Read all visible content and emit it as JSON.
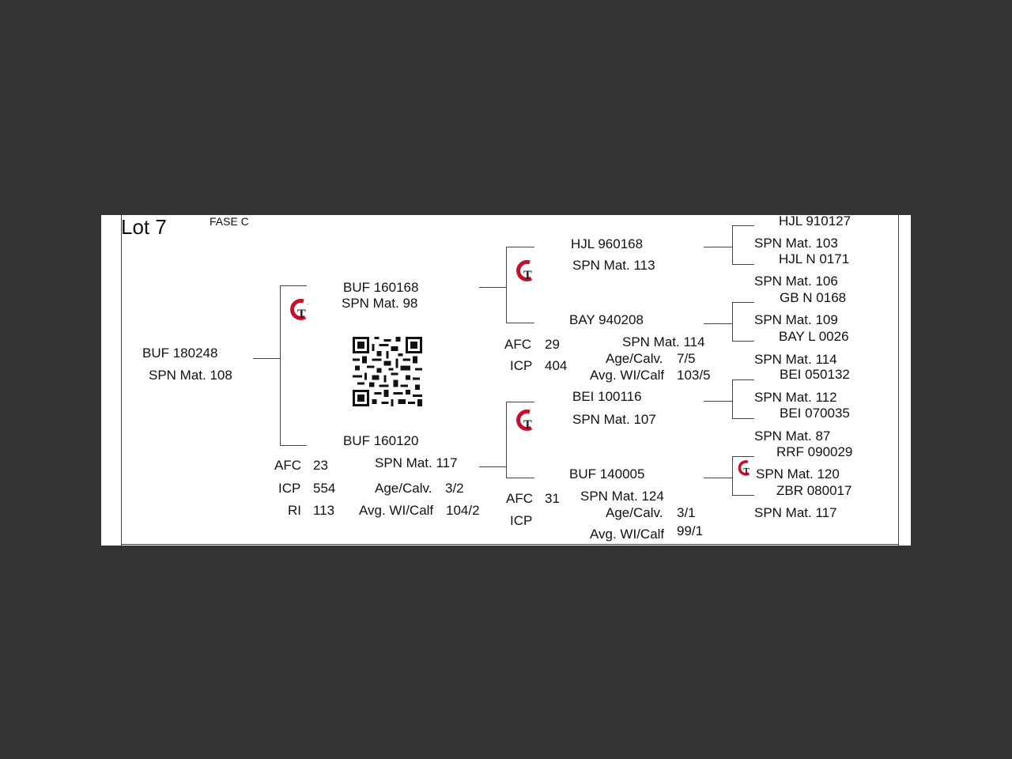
{
  "header": {
    "lot": "Lot 7",
    "phase": "FASE C"
  },
  "animal": {
    "id": "BUF 180248",
    "mat": "SPN Mat. 108"
  },
  "sire": {
    "id": "BUF 160168",
    "mat": "SPN Mat. 98",
    "sire": {
      "id": "HJL 960168",
      "mat": "SPN Mat. 113",
      "sire": {
        "id": "HJL 910127",
        "mat": "SPN Mat. 103"
      },
      "dam": {
        "id": "HJL N 0171",
        "mat": "SPN Mat. 106"
      }
    },
    "dam": {
      "id": "BAY 940208",
      "mat": "SPN Mat. 114",
      "afc_label": "AFC",
      "afc": "29",
      "icp_label": "ICP",
      "icp": "404",
      "age_label": "Age/Calv.",
      "age": "7/5",
      "avg_label": "Avg. WI/Calf",
      "avg": "103/5",
      "sire": {
        "id": "GB  N 0168",
        "mat": "SPN Mat. 109"
      },
      "dam": {
        "id": "BAY L 0026",
        "mat": "SPN Mat. 114"
      }
    }
  },
  "dam": {
    "id": "BUF 160120",
    "mat": "SPN Mat. 117",
    "afc_label": "AFC",
    "afc": "23",
    "icp_label": "ICP",
    "icp": "554",
    "ri_label": "RI",
    "ri": "113",
    "age_label": "Age/Calv.",
    "age": "3/2",
    "avg_label": "Avg. WI/Calf",
    "avg": "104/2",
    "sire": {
      "id": "BEI 100116",
      "mat": "SPN Mat. 107",
      "sire": {
        "id": "BEI 050132",
        "mat": "SPN Mat. 112"
      },
      "dam": {
        "id": "BEI 070035",
        "mat": "SPN Mat. 87"
      }
    },
    "dam": {
      "id": "BUF 140005",
      "mat": "SPN Mat. 124",
      "afc_label": "AFC",
      "afc": "31",
      "icp_label": "ICP",
      "age_label": "Age/Calv.",
      "age": "3/1",
      "avg_label": "Avg. WI/Calf",
      "avg": "99/1",
      "sire": {
        "id": "RRF 090029",
        "mat": "SPN Mat. 120"
      },
      "dam": {
        "id": "ZBR 080017",
        "mat": "SPN Mat. 117"
      }
    }
  },
  "colors": {
    "logo_red": "#c8102e",
    "logo_dark": "#222222",
    "line": "#444444"
  },
  "icons": {
    "logo": "gt-logo-icon",
    "qr": "qr-code-icon"
  }
}
